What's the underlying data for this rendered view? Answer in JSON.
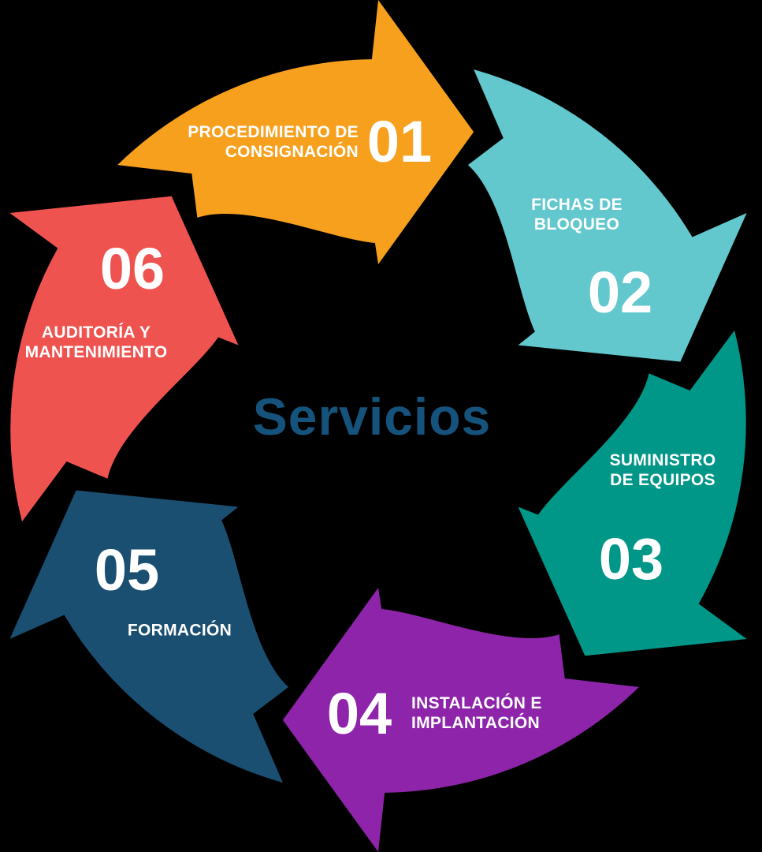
{
  "diagram": {
    "title": "Servicios",
    "title_color": "#15537C",
    "background_color": "#000000",
    "text_color": "#FFFFFF",
    "type": "circular-cycle-6-arrows",
    "steps": [
      {
        "number": "01",
        "line1": "PROCEDIMIENTO DE",
        "line2": "CONSIGNACIÓN",
        "label": "PROCEDIMIENTO DE CONSIGNACIÓN",
        "color": "#F6A01E"
      },
      {
        "number": "02",
        "line1": "FICHAS DE",
        "line2": "BLOQUEO",
        "label": "FICHAS DE BLOQUEO",
        "color": "#63C8CD"
      },
      {
        "number": "03",
        "line1": "SUMINISTRO",
        "line2": "DE EQUIPOS",
        "label": "SUMINISTRO DE EQUIPOS",
        "color": "#009688"
      },
      {
        "number": "04",
        "line1": "INSTALACIÓN E",
        "line2": "IMPLANTACIÓN",
        "label": "INSTALACIÓN E IMPLANTACIÓN",
        "color": "#8E24AA"
      },
      {
        "number": "05",
        "line1": "FORMACIÓN",
        "line2": "",
        "label": "FORMACIÓN",
        "color": "#1A4F71"
      },
      {
        "number": "06",
        "line1": "AUDITORÍA Y",
        "line2": "MANTENIMIENTO",
        "label": "AUDITORÍA Y MANTENIMIENTO",
        "color": "#EF5350"
      }
    ]
  }
}
